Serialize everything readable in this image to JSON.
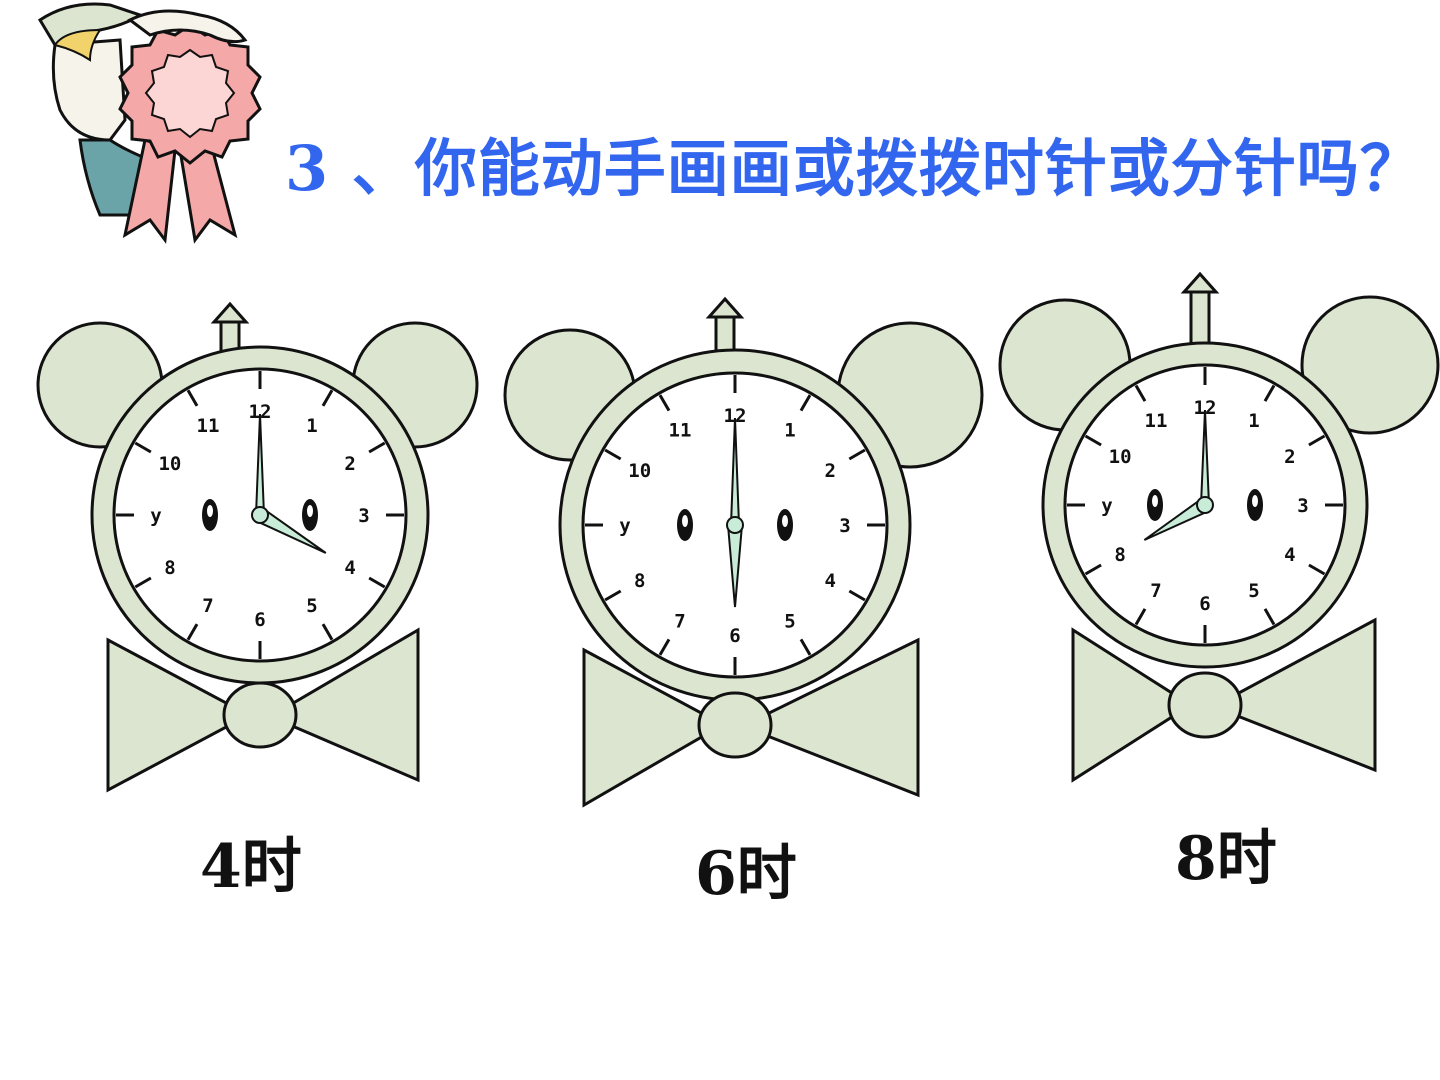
{
  "slide": {
    "title": "3 、你能动手画画或拨拨时针或分针吗？"
  },
  "clocks": [
    {
      "label": "4时",
      "hour": 4,
      "minute": 0,
      "numerals": [
        "12",
        "1",
        "2",
        "3",
        "4",
        "5",
        "6",
        "7",
        "8",
        "y",
        "10",
        "11"
      ]
    },
    {
      "label": "6时",
      "hour": 6,
      "minute": 0,
      "numerals": [
        "12",
        "1",
        "2",
        "3",
        "4",
        "5",
        "6",
        "7",
        "8",
        "y",
        "10",
        "11"
      ]
    },
    {
      "label": "8时",
      "hour": 8,
      "minute": 0,
      "numerals": [
        "12",
        "1",
        "2",
        "3",
        "4",
        "5",
        "6",
        "7",
        "8",
        "y",
        "10",
        "11"
      ]
    }
  ],
  "colors": {
    "title": "#3366ee",
    "clock_body": "#dce5d0",
    "hand_fill": "#c8ecd8",
    "outline": "#111111",
    "ribbon": "#f4a9a8"
  },
  "icons": {
    "clip_art": "person-holding-ribbon-award-icon"
  }
}
